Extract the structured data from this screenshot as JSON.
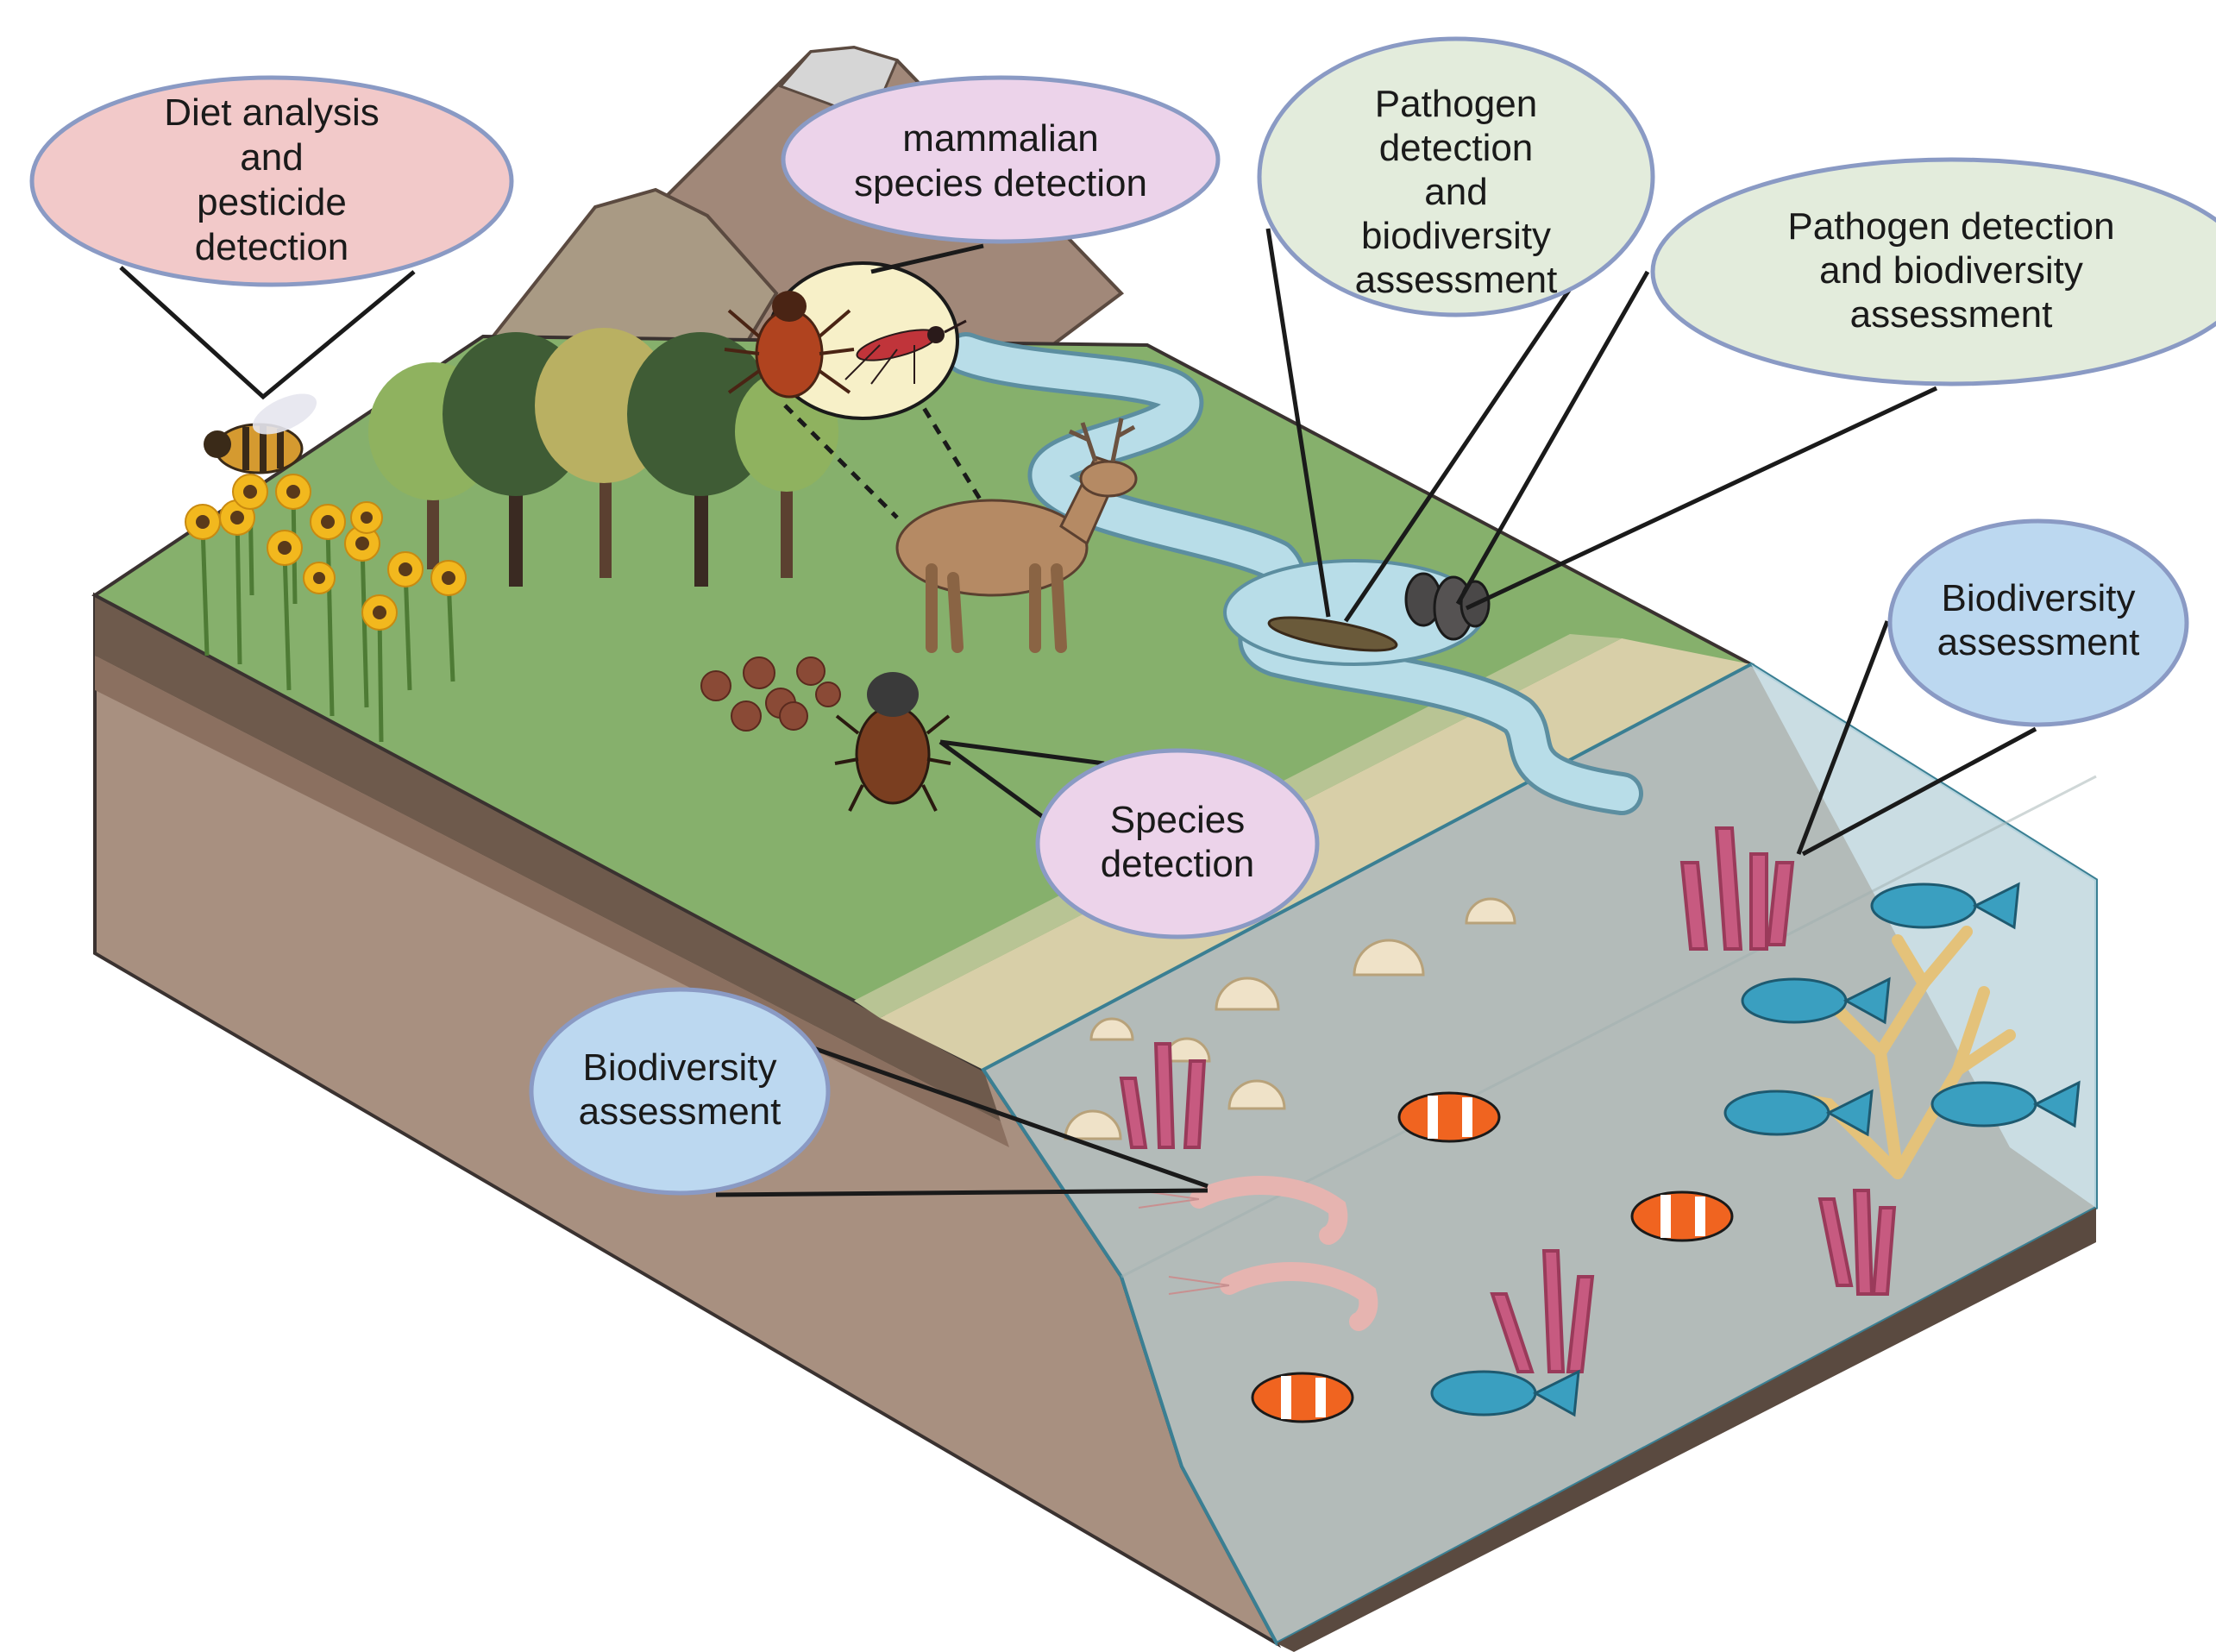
{
  "callouts": {
    "diet": {
      "lines": [
        "Diet analysis",
        "and",
        "pesticide",
        "detection"
      ],
      "fill": "#f2c9c9"
    },
    "mammal": {
      "lines": [
        "mammalian",
        "species detection"
      ],
      "fill": "#ecd3ea"
    },
    "pathogen_river": {
      "lines": [
        "Pathogen",
        "detection",
        "and",
        "biodiversity",
        "assessment"
      ],
      "fill": "#e3ecdc"
    },
    "pathogen_mussel": {
      "lines": [
        "Pathogen detection",
        "and biodiversity",
        "assessment"
      ],
      "fill": "#e3ecdc"
    },
    "biodiversity_coral": {
      "lines": [
        "Biodiversity",
        "assessment"
      ],
      "fill": "#bcd8f0"
    },
    "species": {
      "lines": [
        "Species",
        "detection"
      ],
      "fill": "#ecd3ea"
    },
    "biodiversity_shrimp": {
      "lines": [
        "Biodiversity",
        "assessment"
      ],
      "fill": "#bcd8f0"
    }
  },
  "colors": {
    "grass": "#86b06c",
    "soil_dark": "#6e5a4c",
    "soil_light": "#a89080",
    "water": "#bcc6c6",
    "river": "#b8dde8",
    "mountain": "#9c8576",
    "outline": "#1a1a1a"
  }
}
